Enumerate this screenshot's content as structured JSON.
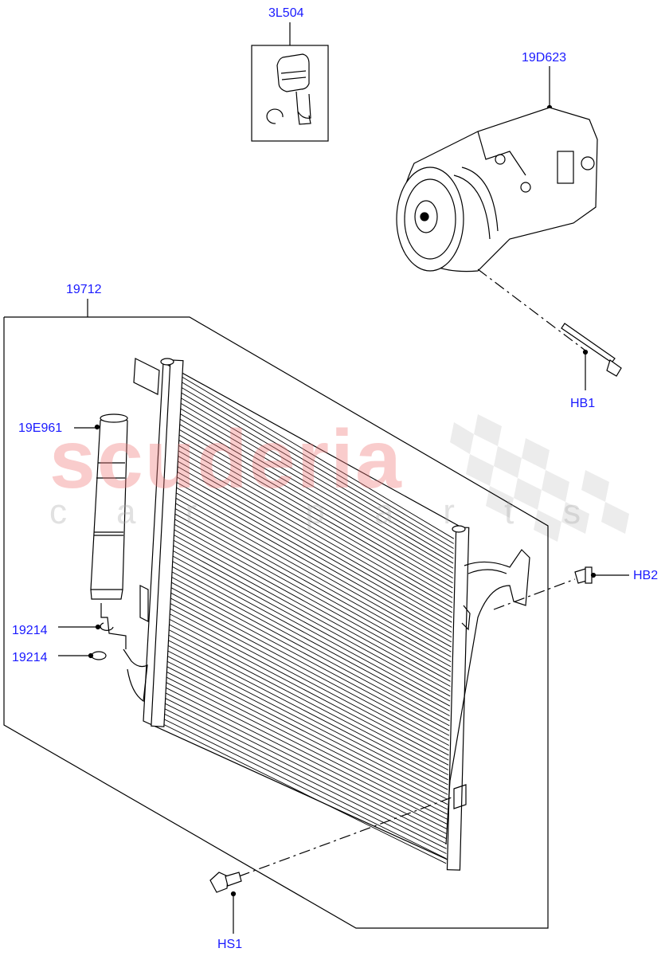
{
  "watermark": {
    "line1": "scuderia",
    "line2": "car parts"
  },
  "colors": {
    "callout": "#1a1aff",
    "line": "#000000",
    "watermark_red": "#f6c9c9",
    "watermark_grey": "#e4e4e4"
  },
  "callouts": {
    "pressure_switch": "3L504",
    "compressor": "19D623",
    "condenser": "19712",
    "receiver_drier": "19E961",
    "bolt_hb1": "HB1",
    "bolt_hb2": "HB2",
    "o_ring_1": "19214",
    "o_ring_2": "19214",
    "screw_hs1": "HS1"
  }
}
